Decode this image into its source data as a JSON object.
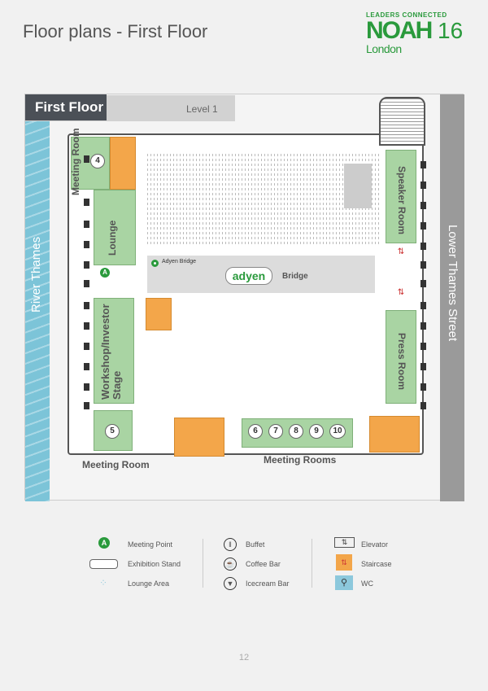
{
  "page": {
    "title": "Floor plans - First Floor",
    "page_number": "12"
  },
  "logo": {
    "tagline": "LEADERS CONNECTED",
    "name": "NOAH",
    "year": "16",
    "city": "London"
  },
  "map": {
    "header": "First Floor",
    "level": "Level 1",
    "river": "River Thames",
    "street": "Lower Thames Street",
    "rooms": {
      "meeting_room_4": "Meeting Room",
      "lounge": "Lounge",
      "workshop": "Workshop/Investor Stage",
      "speaker": "Speaker Room",
      "press": "Press Room",
      "meeting_room_5": "Meeting Room",
      "meeting_rooms": "Meeting Rooms",
      "bridge": "Bridge",
      "bridge_tag": "Adyen Bridge",
      "sponsor": "adyen"
    },
    "numbers": [
      "4",
      "5",
      "6",
      "7",
      "8",
      "9",
      "10"
    ],
    "meeting_point": "A"
  },
  "legend": [
    {
      "icon": "meeting-point-icon",
      "label": "Meeting Point"
    },
    {
      "icon": "exhibition-stand-icon",
      "label": "Exhibition Stand"
    },
    {
      "icon": "lounge-area-icon",
      "label": "Lounge Area"
    },
    {
      "icon": "buffet-icon",
      "label": "Buffet"
    },
    {
      "icon": "coffee-bar-icon",
      "label": "Coffee Bar"
    },
    {
      "icon": "icecream-bar-icon",
      "label": "Icecream Bar"
    },
    {
      "icon": "elevator-icon",
      "label": "Elevator"
    },
    {
      "icon": "staircase-icon",
      "label": "Staircase"
    },
    {
      "icon": "wc-icon",
      "label": "WC"
    }
  ],
  "colors": {
    "green": "#2a9a3c",
    "room": "#a9d4a3",
    "stairs": "#f3a64a",
    "river": "#7cc4d8"
  }
}
